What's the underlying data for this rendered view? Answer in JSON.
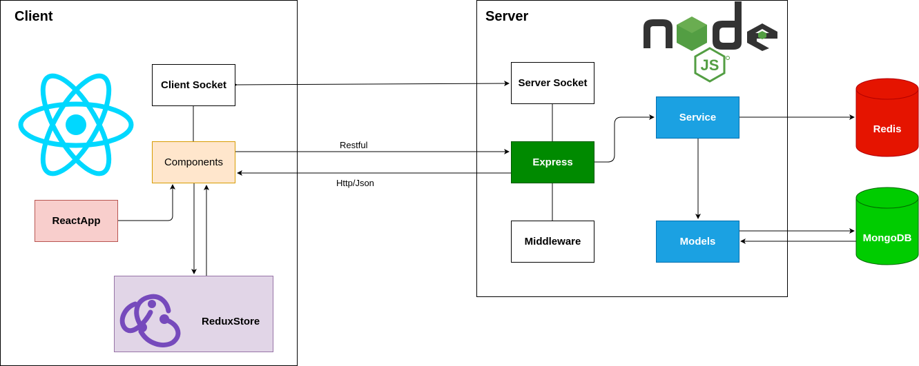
{
  "groups": {
    "client": {
      "title": "Client"
    },
    "server": {
      "title": "Server"
    }
  },
  "nodes": {
    "client_socket": "Client Socket",
    "components": "Components",
    "react_app": "ReactApp",
    "redux_store": "ReduxStore",
    "server_socket": "Server Socket",
    "express": "Express",
    "middleware": "Middleware",
    "service": "Service",
    "models": "Models",
    "redis": "Redis",
    "mongodb": "MongoDB"
  },
  "edge_labels": {
    "restful": "Restful",
    "http_json": "Http/Json"
  },
  "logos": {
    "react": "react-logo-icon",
    "redux": "redux-logo-icon",
    "node": "nodejs-logo-icon"
  },
  "colors": {
    "components_fill": "#ffe6cc",
    "components_border": "#d79b00",
    "react_app_fill": "#f8cecc",
    "react_app_border": "#b85450",
    "redux_fill": "#e1d5e7",
    "redux_border": "#9673a6",
    "express_fill": "#008a00",
    "service_fill": "#1ba1e2",
    "redis_fill": "#e51400",
    "mongodb_fill": "#00cc00",
    "react_logo": "#00d8ff",
    "redux_logo": "#764abc",
    "node_green": "#539e43",
    "node_text": "#333333"
  }
}
